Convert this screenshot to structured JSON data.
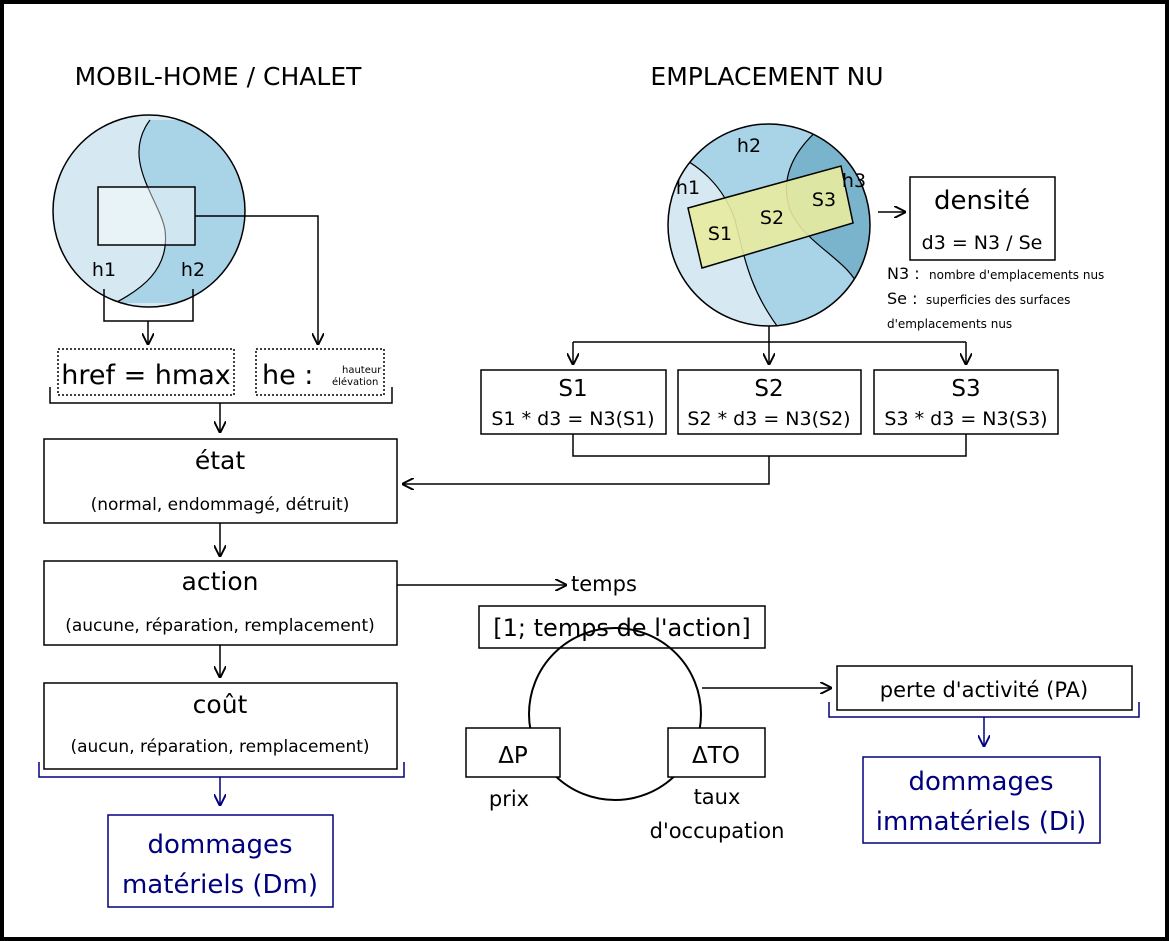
{
  "mobil": {
    "title": "MOBIL-HOME / CHALET",
    "h1": "h1",
    "h2": "h2",
    "href": "href = hmax",
    "he": "he :",
    "he_small_1": "hauteur",
    "he_small_2": "élévation"
  },
  "nu": {
    "title": "EMPLACEMENT NU",
    "h1": "h1",
    "h2": "h2",
    "h3": "h3",
    "s1": "S1",
    "s2": "S2",
    "s3": "S3",
    "densite_title": "densité",
    "densite_formula": "d3 = N3 / Se",
    "n3_key": "N3 :",
    "n3_text": "nombre d'emplacements nus",
    "se_key": "Se :",
    "se_text_1": "superficies des surfaces",
    "se_text_2": "d'emplacements nus"
  },
  "boxes": {
    "s1_title": "S1",
    "s1_formula": "S1 * d3 = N3(S1)",
    "s2_title": "S2",
    "s2_formula": "S2 * d3 = N3(S2)",
    "s3_title": "S3",
    "s3_formula": "S3 * d3 = N3(S3)",
    "etat_title": "état",
    "etat_sub": "(normal, endommagé, détruit)",
    "action_title": "action",
    "action_sub": "(aucune, réparation, remplacement)",
    "cout_title": "coût",
    "cout_sub": "(aucun, réparation, remplacement)",
    "dm_1": "dommages",
    "dm_2": "matériels (Dm)"
  },
  "cycle": {
    "temps": "temps",
    "temps_box": "[1; temps de l'action]",
    "dp": "ΔP",
    "prix": "prix",
    "dto": "ΔTO",
    "taux_1": "taux",
    "taux_2": "d'occupation",
    "pa": "perte d'activité (PA)",
    "di_1": "dommages",
    "di_2": "immatériels (Di)"
  },
  "colors": {
    "light_blue": "#d6e9f3",
    "mid_blue": "#a9d3e6",
    "dark_blue": "#79b3cc",
    "rect_yellow": "#e8eb9e",
    "navy": "#00007f"
  }
}
